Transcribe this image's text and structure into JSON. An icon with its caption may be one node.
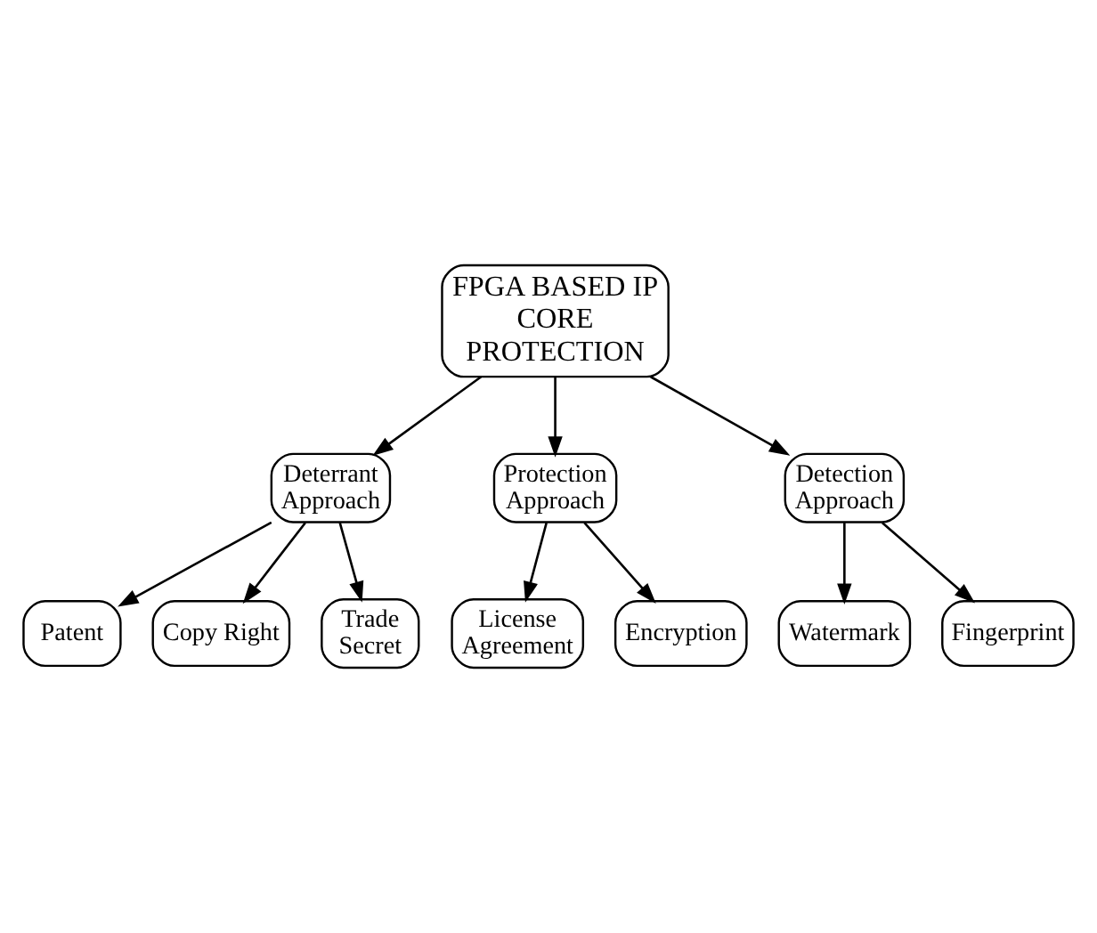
{
  "diagram": {
    "nodes": [
      {
        "text": [
          "FPGA BASED IP CORE PROTECTION"
        ]
      },
      {
        "text": [
          "Deterrant Approach"
        ]
      },
      {
        "text": [
          "Protection Approach"
        ]
      },
      {
        "text": [
          "Detection Approach"
        ]
      },
      {
        "text": [
          "Patent"
        ]
      },
      {
        "text": [
          "Copy Right"
        ]
      },
      {
        "text": [
          "Trade Secret"
        ]
      },
      {
        "text": [
          "License Agreement"
        ]
      },
      {
        "text": [
          "Encryption"
        ]
      },
      {
        "text": [
          "Watermark"
        ]
      },
      {
        "text": [
          "Fingerprint"
        ]
      }
    ],
    "edges": [
      {
        "from": 0,
        "to": 1,
        "arrow": "to"
      },
      {
        "from": 0,
        "to": 2,
        "arrow": "to"
      },
      {
        "from": 0,
        "to": 3,
        "arrow": "to"
      },
      {
        "from": 1,
        "to": 4,
        "arrow": "to"
      },
      {
        "from": 1,
        "to": 5,
        "arrow": "to"
      },
      {
        "from": 1,
        "to": 6,
        "arrow": "to"
      },
      {
        "from": 2,
        "to": 7,
        "arrow": "to"
      },
      {
        "from": 2,
        "to": 8,
        "arrow": "to"
      },
      {
        "from": 3,
        "to": 9,
        "arrow": "to"
      },
      {
        "from": 3,
        "to": 10,
        "arrow": "to"
      }
    ]
  }
}
